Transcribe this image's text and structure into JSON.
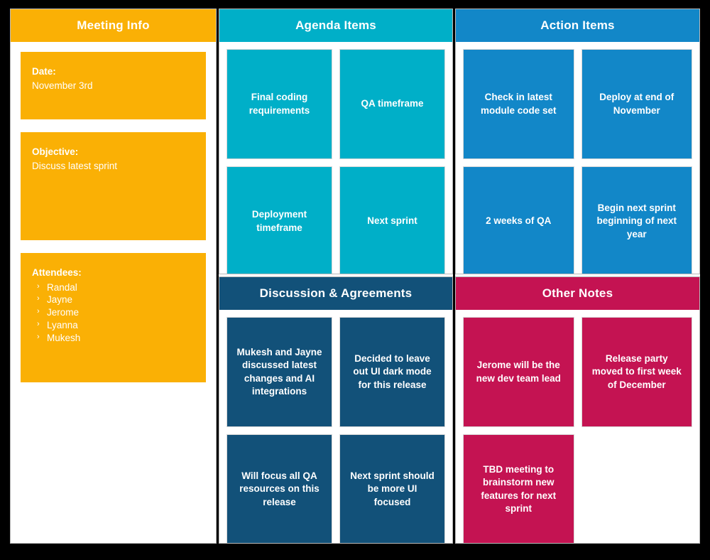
{
  "board": {
    "columns": {
      "meeting_info": {
        "header": "Meeting Info",
        "header_color": "#FAB005",
        "blocks": [
          {
            "label": "Date:",
            "value": "November 3rd"
          },
          {
            "label": "Objective:",
            "value": "Discuss latest sprint"
          },
          {
            "label": "Attendees:",
            "value": ""
          }
        ],
        "attendees": [
          "Randal",
          "Jayne",
          "Jerome",
          "Lyanna",
          "Mukesh"
        ],
        "bullet_glyph": "›"
      },
      "agenda_items": {
        "header": "Agenda Items",
        "header_color": "#00AFC8",
        "card_color": "#00AFC8",
        "cards": [
          "Final coding requirements",
          "QA timeframe",
          "Deployment timeframe",
          "Next sprint"
        ]
      },
      "action_items": {
        "header": "Action Items",
        "header_color": "#1287C8",
        "card_color": "#1287C8",
        "cards": [
          "Check in latest module code set",
          "Deploy at end of November",
          "2 weeks of QA",
          "Begin next sprint beginning of next year"
        ]
      },
      "discussion_agreements": {
        "header": "Discussion & Agreements",
        "header_color": "#125179",
        "card_color": "#125179",
        "cards": [
          "Mukesh and Jayne discussed latest changes and AI integrations",
          "Decided to leave out UI dark mode for this release",
          "Will focus all QA resources on this release",
          "Next sprint should be more UI focused"
        ]
      },
      "other_notes": {
        "header": "Other Notes",
        "header_color": "#C41352",
        "card_color": "#C41352",
        "cards": [
          "Jerome will be the new dev team lead",
          "Release party moved to first week of December",
          "TBD meeting to brainstorm new features for next sprint"
        ]
      }
    }
  }
}
